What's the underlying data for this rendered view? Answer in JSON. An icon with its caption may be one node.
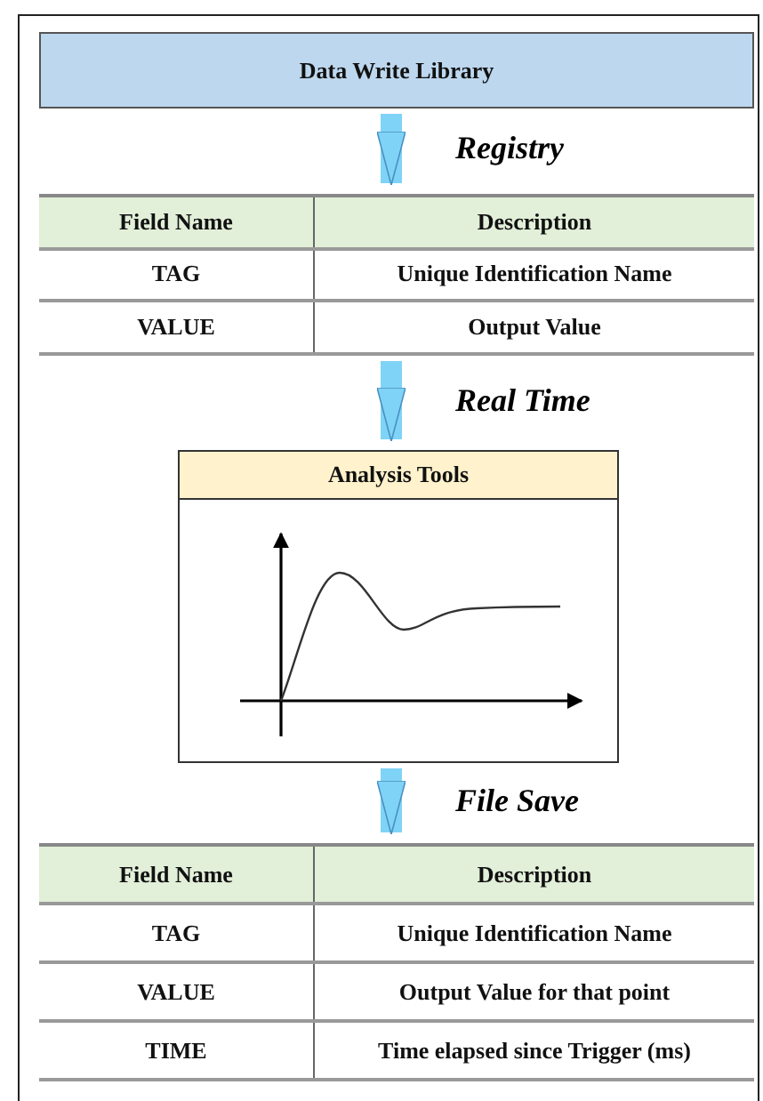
{
  "diagram": {
    "nodes": [
      {
        "text": [
          "Data Write Library"
        ]
      },
      {
        "text": [
          "Field Name",
          "Description",
          "TAG",
          "Unique Identification Name",
          "VALUE",
          "Output Value"
        ]
      },
      {
        "text": [
          "Analysis Tools"
        ]
      },
      {
        "text": [
          "Field Name",
          "Description",
          "TAG",
          "Unique Identification Name",
          "VALUE",
          "Output Value for that point",
          "TIME",
          "Time elapsed since Trigger (ms)"
        ]
      }
    ],
    "edges": [
      {
        "from": 0,
        "to": 1,
        "arrow": "to",
        "label": "Registry"
      },
      {
        "from": 1,
        "to": 2,
        "arrow": "to",
        "label": "Real Time"
      },
      {
        "from": 2,
        "to": 3,
        "arrow": "to",
        "label": "File Save"
      }
    ]
  }
}
